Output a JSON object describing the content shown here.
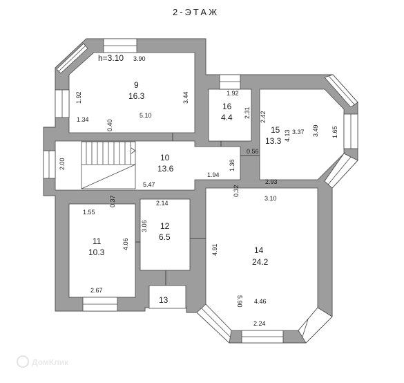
{
  "title": "2-ЭТАЖ",
  "height_note": "h=3.10",
  "rooms": [
    {
      "id": "9",
      "number": "9",
      "area": "16.3"
    },
    {
      "id": "16",
      "number": "16",
      "area": "4.4"
    },
    {
      "id": "15",
      "number": "15",
      "area": "13.3"
    },
    {
      "id": "10",
      "number": "10",
      "area": "13.6"
    },
    {
      "id": "11",
      "number": "11",
      "area": "10.3"
    },
    {
      "id": "12",
      "number": "12",
      "area": "6.5"
    },
    {
      "id": "14",
      "number": "14",
      "area": "24.2"
    },
    {
      "id": "13",
      "number": "13",
      "area": ""
    }
  ],
  "dimensions": {
    "r9_top": "3.90",
    "r9_left": "1.92",
    "r9_right": "3.44",
    "r9_bottom": "5.10",
    "r9_corner": "1.34",
    "r9_wall": "0.40",
    "r16_top": "1.92",
    "r16_right": "2.31",
    "r15_left": "2.42",
    "r15_a": "3.37",
    "r15_b": "4.13",
    "r15_c": "3.49",
    "r15_d": "1.65",
    "r15_nib": "0.56",
    "r15_bottom": "2.93",
    "r10_stair_left": "2.00",
    "r10_bottom": "5.47",
    "r10_nib": "1.36",
    "r10_corr": "1.94",
    "r10_gap": "0.32",
    "r10_gap2": "0.37",
    "r11_top": "1.55",
    "r11_right": "4.06",
    "r11_bottom": "2.67",
    "r12_top": "2.14",
    "r12_left": "3.06",
    "r14_top": "3.10",
    "r14_left": "4.91",
    "r14_a": "5.90",
    "r14_b": "4.46",
    "r14_bottom": "2.24"
  },
  "watermark": "ДомКлик"
}
